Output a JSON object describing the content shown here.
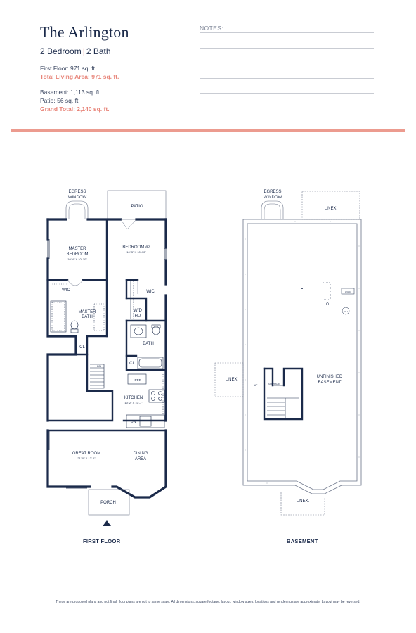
{
  "header": {
    "title": "The Arlington",
    "bedrooms": "2 Bedroom",
    "separator": "|",
    "baths": "2 Bath",
    "first_floor": "First Floor: 971 sq. ft.",
    "total_living": "Total Living Area: 971 sq. ft.",
    "basement": "Basement: 1,113 sq. ft.",
    "patio": "Patio: 56 sq. ft.",
    "grand_total": "Grand Total: 2,140 sq. ft."
  },
  "notes": {
    "label": "NOTES:"
  },
  "colors": {
    "navy": "#1b2a4a",
    "accent": "#ec9b8f"
  },
  "first_floor": {
    "caption": "FIRST FLOOR",
    "egress": [
      "EGRESS",
      "WINDOW"
    ],
    "patio": "PATIO",
    "master_bedroom": {
      "name": [
        "MASTER",
        "BEDROOM"
      ],
      "dims": "10'-4\" X 10'-10\""
    },
    "bedroom2": {
      "name": "BEDROOM #2",
      "dims": "10'-3\" X 10'-10\""
    },
    "wic": "WIC",
    "master_bath": [
      "MASTER",
      "BATH"
    ],
    "wdhu": [
      "W/D",
      "HU"
    ],
    "bath": "BATH",
    "cl": "CL",
    "dn": "DN",
    "ref": "REF",
    "kitchen": {
      "name": "KITCHEN",
      "dims": "10'-2\" X 10'-7\""
    },
    "dw": "DW",
    "great_room": {
      "name": "GREAT ROOM",
      "dims": "21'-0\" X 12'-6\""
    },
    "dining": [
      "DINING",
      "AREA"
    ],
    "porch": "PORCH"
  },
  "basement_plan": {
    "caption": "BASEMENT",
    "egress": [
      "EGRESS",
      "WINDOW"
    ],
    "unex": "UNEX.",
    "unfinished": [
      "UNFINISHED",
      "BASEMENT"
    ],
    "storage": "STORAGE",
    "up": "UP",
    "hvac": "HVAC",
    "wh": "WH"
  },
  "footer": {
    "disclaimer": "These are proposed plans and not final, floor plans are not to same scale. All dimensions, square footage, layout, window sizes, locations and renderings are approximate. Layout may be reversed."
  }
}
